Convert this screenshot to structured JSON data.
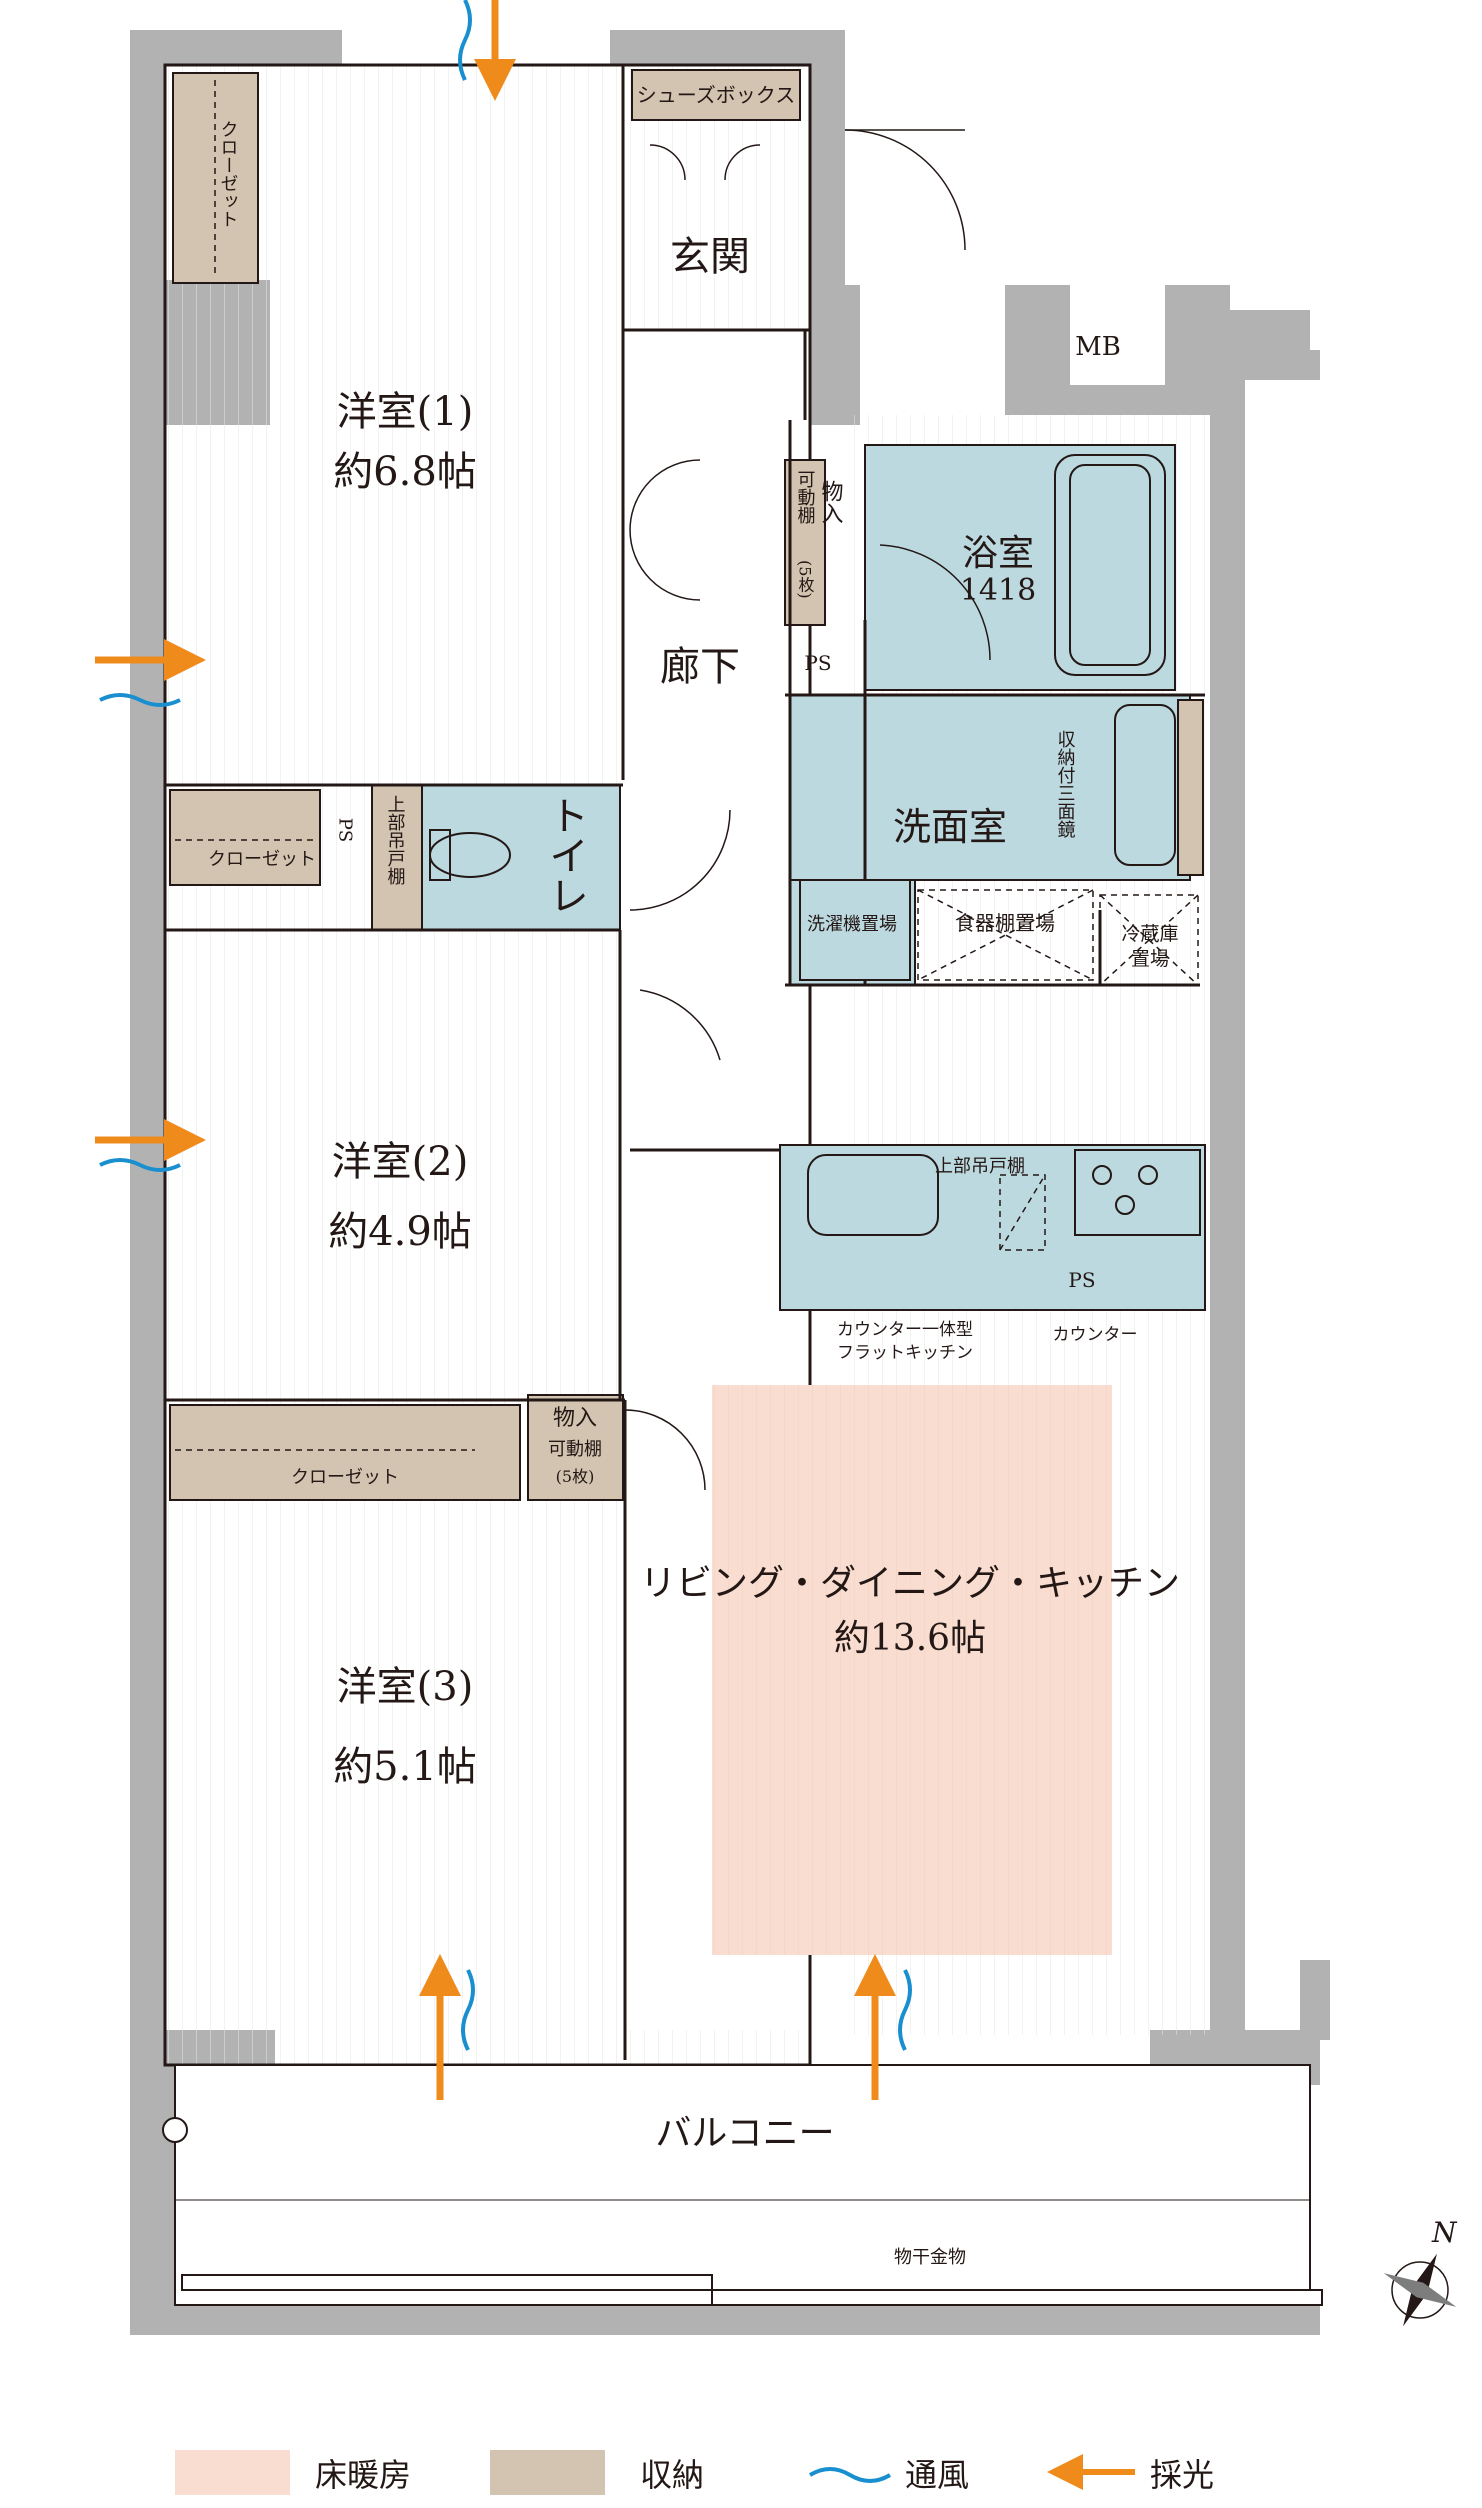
{
  "rooms": {
    "western1": {
      "name": "洋室(1)",
      "size": "約6.8帖"
    },
    "western2": {
      "name": "洋室(2)",
      "size": "約4.9帖"
    },
    "western3": {
      "name": "洋室(3)",
      "size": "約5.1帖"
    },
    "ldk": {
      "name": "リビング・ダイニング・キッチン",
      "size": "約13.6帖"
    },
    "entrance": "玄関",
    "hallway": "廊下",
    "bath": {
      "name": "浴室",
      "size": "1418"
    },
    "washroom": "洗面室",
    "toilet": "トイレ",
    "balcony": "バルコニー"
  },
  "fixtures": {
    "shoebox": "シューズボックス",
    "mb": "MB",
    "ps": "PS",
    "closet": "クローゼット",
    "storage_movable_shelf": {
      "line1": "物入",
      "line2": "可動棚",
      "line3": "(5枚)"
    },
    "upper_cabinet_toilet": "上部吊戸棚",
    "mirror_storage": "収納付三面鏡",
    "washer": "洗濯機置場",
    "dish_shelf": "食器棚置場",
    "fridge": {
      "line1": "冷蔵庫",
      "line2": "置場"
    },
    "upper_cabinet_kitchen": "上部吊戸棚",
    "flat_kitchen": {
      "line1": "カウンター一体型",
      "line2": "フラットキッチン"
    },
    "counter": "カウンター",
    "laundry_hardware": "物干金物"
  },
  "compass": {
    "label": "N"
  },
  "legend": [
    {
      "label": "床暖房",
      "color": "#f8ddd0"
    },
    {
      "label": "収納",
      "color": "#d2c4b0"
    },
    {
      "label": "通風",
      "color": "#1a8fd0"
    },
    {
      "label": "採光",
      "color": "#ef8b1b"
    }
  ],
  "colors": {
    "wall": "#b2b2b2",
    "wet_area": "#bcd9e0",
    "storage": "#d2c4b0",
    "floor_heating": "#f8ddd0",
    "light_arrow": "#ef8b1b",
    "wind": "#1a8fd0"
  }
}
